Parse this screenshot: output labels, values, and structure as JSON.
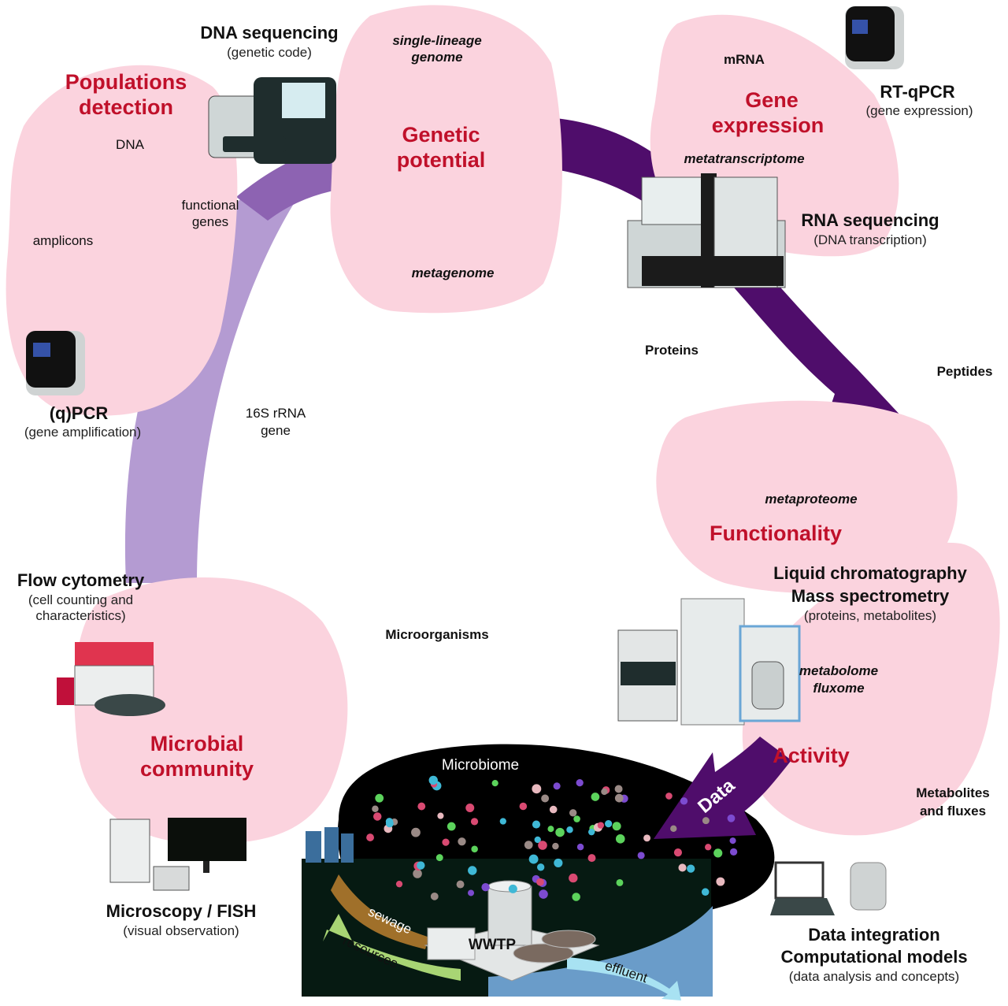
{
  "colors": {
    "blob_pink": "#fbd3de",
    "arrow_dark": "#4f0d6b",
    "arrow_light": "#b49bd2",
    "title_red": "#c0102a",
    "microbiome_bg": "#000000",
    "water_blue": "#6a9cc9",
    "sewage_brown": "#a0702a",
    "resources_green": "#a8d574",
    "effluent_blue": "#a8e2f2"
  },
  "sections": {
    "populations": {
      "title_l1": "Populations",
      "title_l2": "detection",
      "dna": "DNA",
      "functional_l1": "functional",
      "functional_l2": "genes",
      "amplicons": "amplicons"
    },
    "genetic": {
      "title_l1": "Genetic",
      "title_l2": "potential",
      "single_l1": "single-lineage",
      "single_l2": "genome",
      "metagenome": "metagenome"
    },
    "gene_expression": {
      "title_l1": "Gene",
      "title_l2": "expression",
      "mrna": "mRNA",
      "metatranscriptome": "metatranscriptome"
    },
    "functionality": {
      "title": "Functionality",
      "proteins": "Proteins",
      "peptides": "Peptides",
      "metaproteome": "metaproteome"
    },
    "activity": {
      "title": "Activity",
      "metabolome": "metabolome",
      "fluxome": "fluxome",
      "metabolites_l1": "Metabolites",
      "metabolites_l2": "and fluxes"
    },
    "microbial": {
      "title_l1": "Microbial",
      "title_l2": "community",
      "microorganisms": "Microorganisms"
    },
    "microbiome": {
      "title": "Microbiome",
      "wwtp": "WWTP",
      "sewage": "sewage",
      "resources": "resources",
      "effluent": "effluent"
    },
    "data_arrow": "Data"
  },
  "techniques": {
    "dna_seq": {
      "title": "DNA sequencing",
      "sub": "(genetic code)"
    },
    "rtqpcr": {
      "title": "RT-qPCR",
      "sub": "(gene expression)"
    },
    "rna_seq": {
      "title": "RNA sequencing",
      "sub": "(DNA transcription)"
    },
    "qpcr": {
      "title": "(q)PCR",
      "sub": "(gene amplification)"
    },
    "rrna": {
      "l1": "16S rRNA",
      "l2": "gene"
    },
    "lcms": {
      "l1": "Liquid chromatography",
      "l2": "Mass spectrometry",
      "sub": "(proteins, metabolites)"
    },
    "flow": {
      "title": "Flow cytometry",
      "sub_l1": "(cell counting and",
      "sub_l2": "characteristics)"
    },
    "microscopy": {
      "title": "Microscopy / FISH",
      "sub": "(visual observation)"
    },
    "data_integration": {
      "l1": "Data integration",
      "l2": "Computational models",
      "sub": "(data analysis and concepts)"
    }
  }
}
